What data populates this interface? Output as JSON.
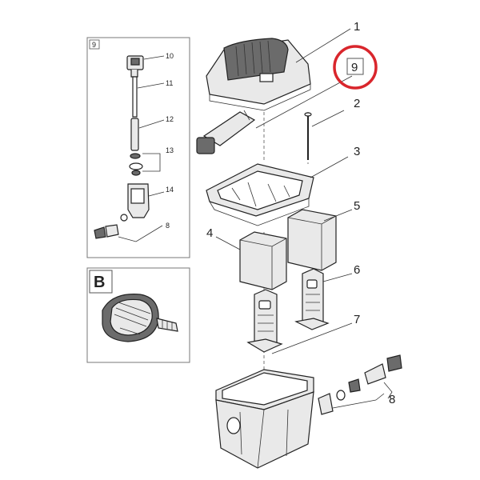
{
  "callouts": {
    "c1": "1",
    "c2": "2",
    "c3": "3",
    "c4": "4",
    "c5": "5",
    "c6": "6",
    "c7": "7",
    "c8": "8",
    "c9": "9"
  },
  "inset_detail": {
    "tag": "9",
    "c10": "10",
    "c11": "11",
    "c12": "12",
    "c13": "13",
    "c14": "14",
    "c8": "8"
  },
  "inset_pump": {
    "tag": "B"
  },
  "highlight": {
    "label": "9",
    "color": "#d9262c"
  },
  "colors": {
    "line": "#222222",
    "fill": "#e9e9e9",
    "dark": "#6b6b6b"
  }
}
